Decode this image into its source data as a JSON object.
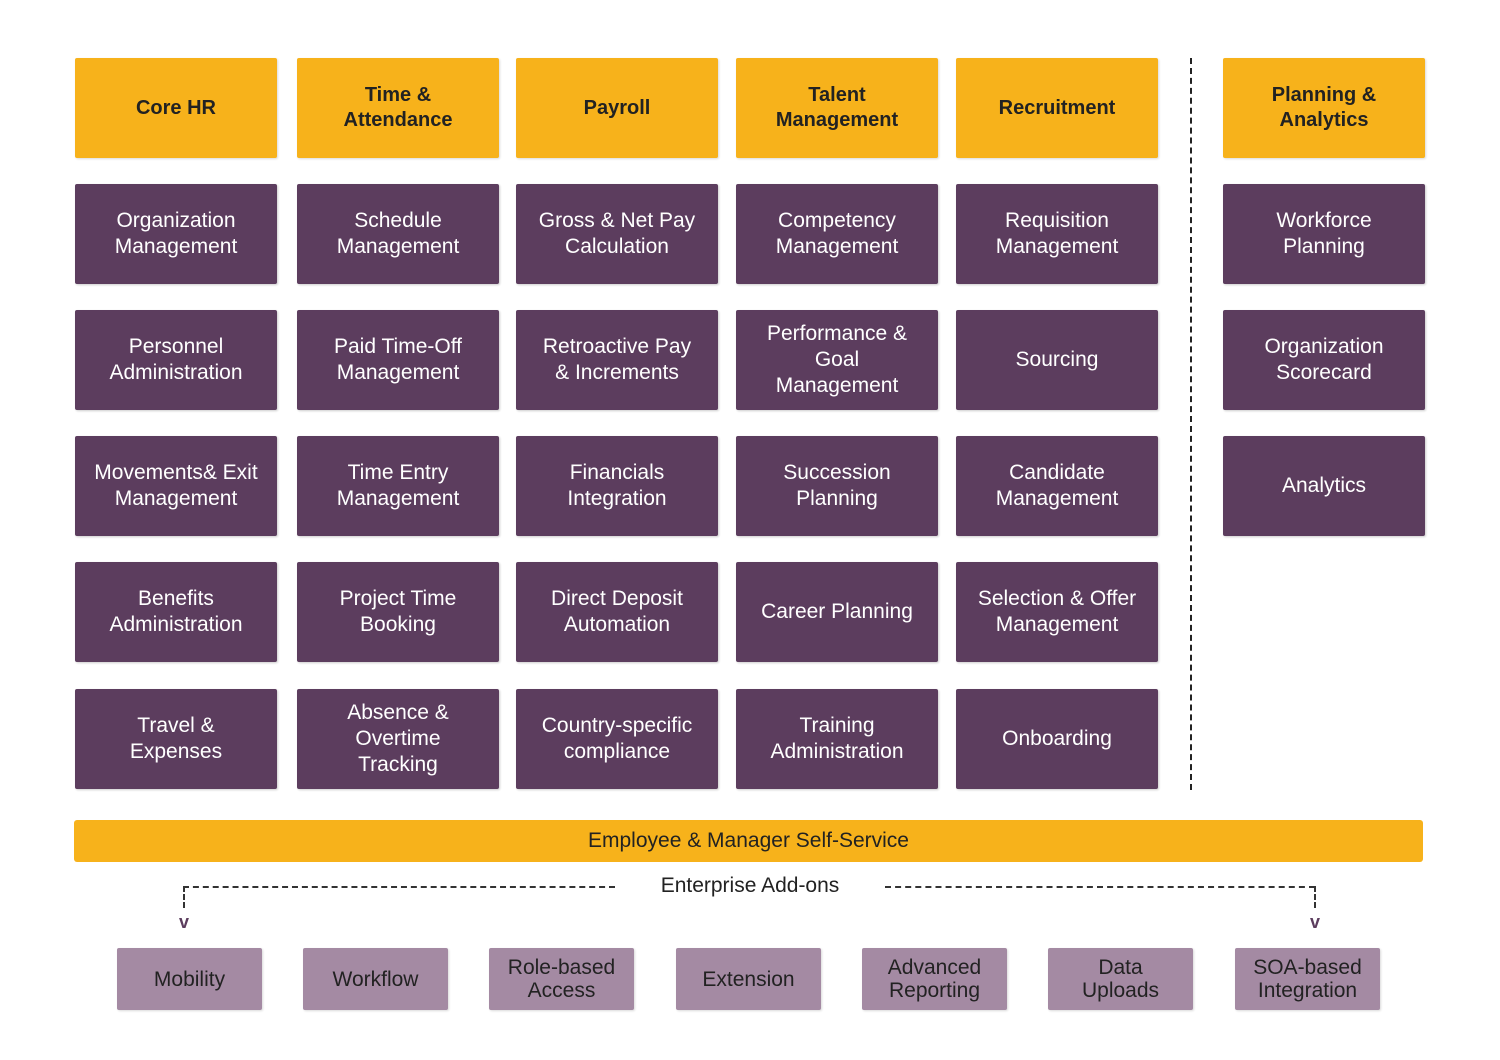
{
  "headers": [
    {
      "id": "core-hr",
      "label": "Core HR"
    },
    {
      "id": "time-attendance",
      "label": "Time &\nAttendance"
    },
    {
      "id": "payroll",
      "label": "Payroll"
    },
    {
      "id": "talent-management",
      "label": "Talent\nManagement"
    },
    {
      "id": "recruitment",
      "label": "Recruitment"
    },
    {
      "id": "planning-analytics",
      "label": "Planning &\nAnalytics"
    }
  ],
  "columns": [
    [
      "Organization\nManagement",
      "Personnel\nAdministration",
      "Movements& Exit\nManagement",
      "Benefits\nAdministration",
      "Travel &\nExpenses"
    ],
    [
      "Schedule\nManagement",
      "Paid Time-Off\nManagement",
      "Time Entry\nManagement",
      "Project Time\nBooking",
      "Absence &\nOvertime\nTracking"
    ],
    [
      "Gross & Net Pay\nCalculation",
      "Retroactive Pay\n& Increments",
      "Financials\nIntegration",
      "Direct Deposit\nAutomation",
      "Country-specific\ncompliance"
    ],
    [
      "Competency\nManagement",
      "Performance &\nGoal\nManagement",
      "Succession\nPlanning",
      "Career Planning",
      "Training\nAdministration"
    ],
    [
      "Requisition\nManagement",
      "Sourcing",
      "Candidate\nManagement",
      "Selection & Offer\nManagement",
      "Onboarding"
    ],
    [
      "Workforce\nPlanning",
      "Organization\nScorecard",
      "Analytics"
    ]
  ],
  "self_service": "Employee & Manager Self-Service",
  "addons_label": "Enterprise Add-ons",
  "addons": [
    "Mobility",
    "Workflow",
    "Role-based\nAccess",
    "Extension",
    "Advanced\nReporting",
    "Data\nUploads",
    "SOA-based\nIntegration"
  ],
  "arrow_glyph": "v",
  "colors": {
    "header": "#f7b21b",
    "module": "#5c3d5e",
    "addon": "#a48aa3",
    "text_dark": "#222222",
    "text_light": "#ffffff"
  }
}
